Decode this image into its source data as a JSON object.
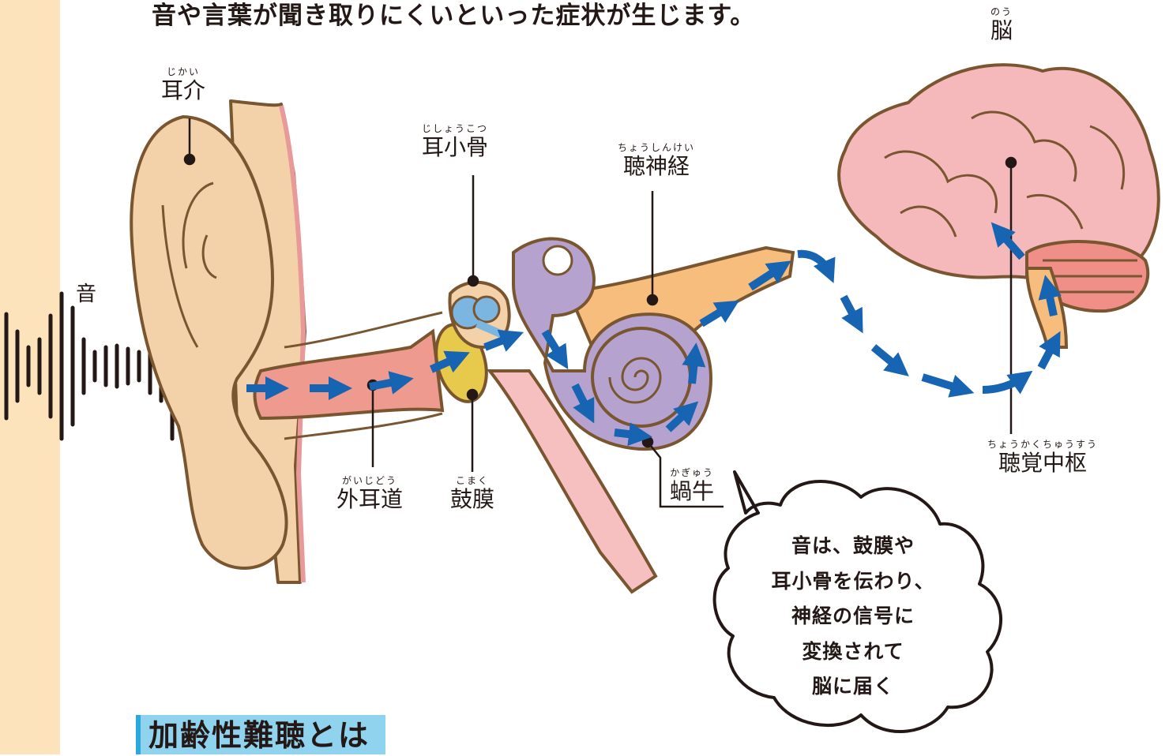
{
  "intro_text": "音や言葉が聞き取りにくいといった症状が生じます。",
  "sound_label": "音",
  "labels": {
    "pinna": {
      "ruby": "じかい",
      "term": "耳介"
    },
    "ossicles": {
      "ruby": "じしょうこつ",
      "term": "耳小骨"
    },
    "auditory_nerve": {
      "ruby": "ちょうしんけい",
      "term": "聴神経"
    },
    "brain": {
      "ruby": "のう",
      "term": "脳"
    },
    "ear_canal": {
      "ruby": "がいじどう",
      "term": "外耳道"
    },
    "eardrum": {
      "ruby": "こまく",
      "term": "鼓膜"
    },
    "cochlea": {
      "ruby": "かぎゅう",
      "term": "蝸牛"
    },
    "auditory_center": {
      "ruby": "ちょうかくちゅうすう",
      "term": "聴覚中枢"
    }
  },
  "bubble_text": "音は、鼓膜や\n耳小骨を伝わり、\n神経の信号に\n変換されて\n脳に届く",
  "section_heading": "加齢性難聴とは",
  "colors": {
    "side_band": "#fde3bc",
    "skin": "#f3d2a9",
    "ear_canal": "#ef9a8f",
    "cochlea": "#b5a2cf",
    "nerve": "#f6bd7c",
    "brain": "#f6b9bb",
    "arrow": "#1664b2",
    "outline": "#7a5630",
    "heading_bg": "#8fd3ef"
  }
}
